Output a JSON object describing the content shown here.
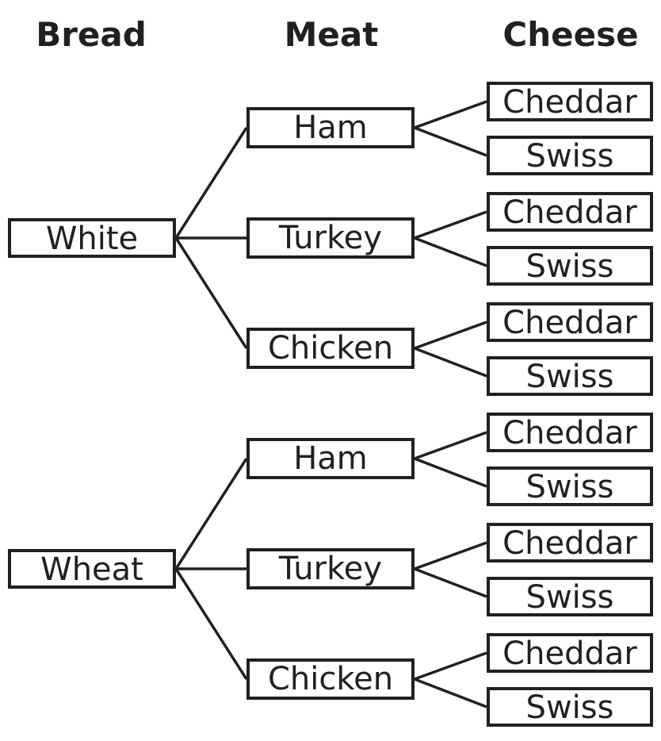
{
  "headers": {
    "bread": "Bread",
    "meat": "Meat",
    "cheese": "Cheese"
  },
  "tree": [
    {
      "bread": "White",
      "meats": [
        {
          "label": "Ham",
          "cheeses": [
            "Cheddar",
            "Swiss"
          ]
        },
        {
          "label": "Turkey",
          "cheeses": [
            "Cheddar",
            "Swiss"
          ]
        },
        {
          "label": "Chicken",
          "cheeses": [
            "Cheddar",
            "Swiss"
          ]
        }
      ]
    },
    {
      "bread": "Wheat",
      "meats": [
        {
          "label": "Ham",
          "cheeses": [
            "Cheddar",
            "Swiss"
          ]
        },
        {
          "label": "Turkey",
          "cheeses": [
            "Cheddar",
            "Swiss"
          ]
        },
        {
          "label": "Chicken",
          "cheeses": [
            "Cheddar",
            "Swiss"
          ]
        }
      ]
    }
  ]
}
